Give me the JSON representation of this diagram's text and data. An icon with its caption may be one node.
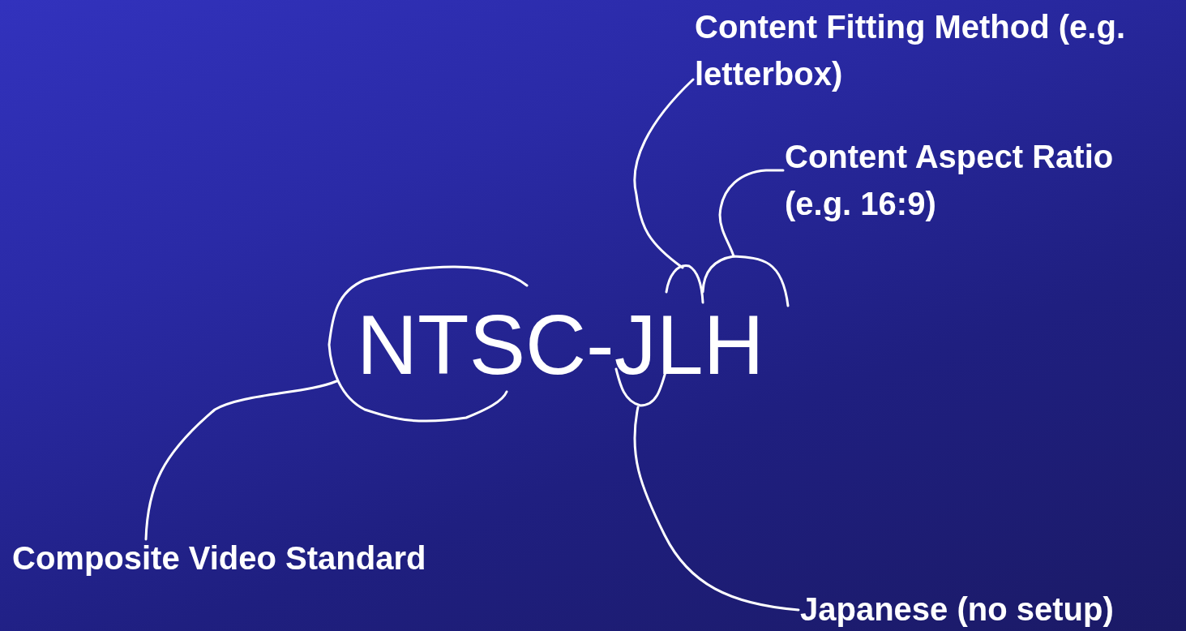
{
  "diagram": {
    "nodes": [
      {
        "text": [
          "NTSC"
        ]
      },
      {
        "text": [
          "J"
        ]
      },
      {
        "text": [
          "L"
        ]
      },
      {
        "text": [
          "H"
        ]
      },
      {
        "text": [
          "Content Fitting Method (e.g. letterbox)"
        ]
      },
      {
        "text": [
          "Content Aspect Ratio (e.g. 16:9)"
        ]
      },
      {
        "text": [
          "Composite Video Standard"
        ]
      },
      {
        "text": [
          "Japanese (no setup)"
        ]
      }
    ],
    "edges": [
      {
        "from": 6,
        "to": 0,
        "arrow": "none"
      },
      {
        "from": 7,
        "to": 1,
        "arrow": "none"
      },
      {
        "from": 4,
        "to": 2,
        "arrow": "none"
      },
      {
        "from": 5,
        "to": 3,
        "arrow": "none"
      }
    ],
    "labels": [
      "-"
    ]
  }
}
